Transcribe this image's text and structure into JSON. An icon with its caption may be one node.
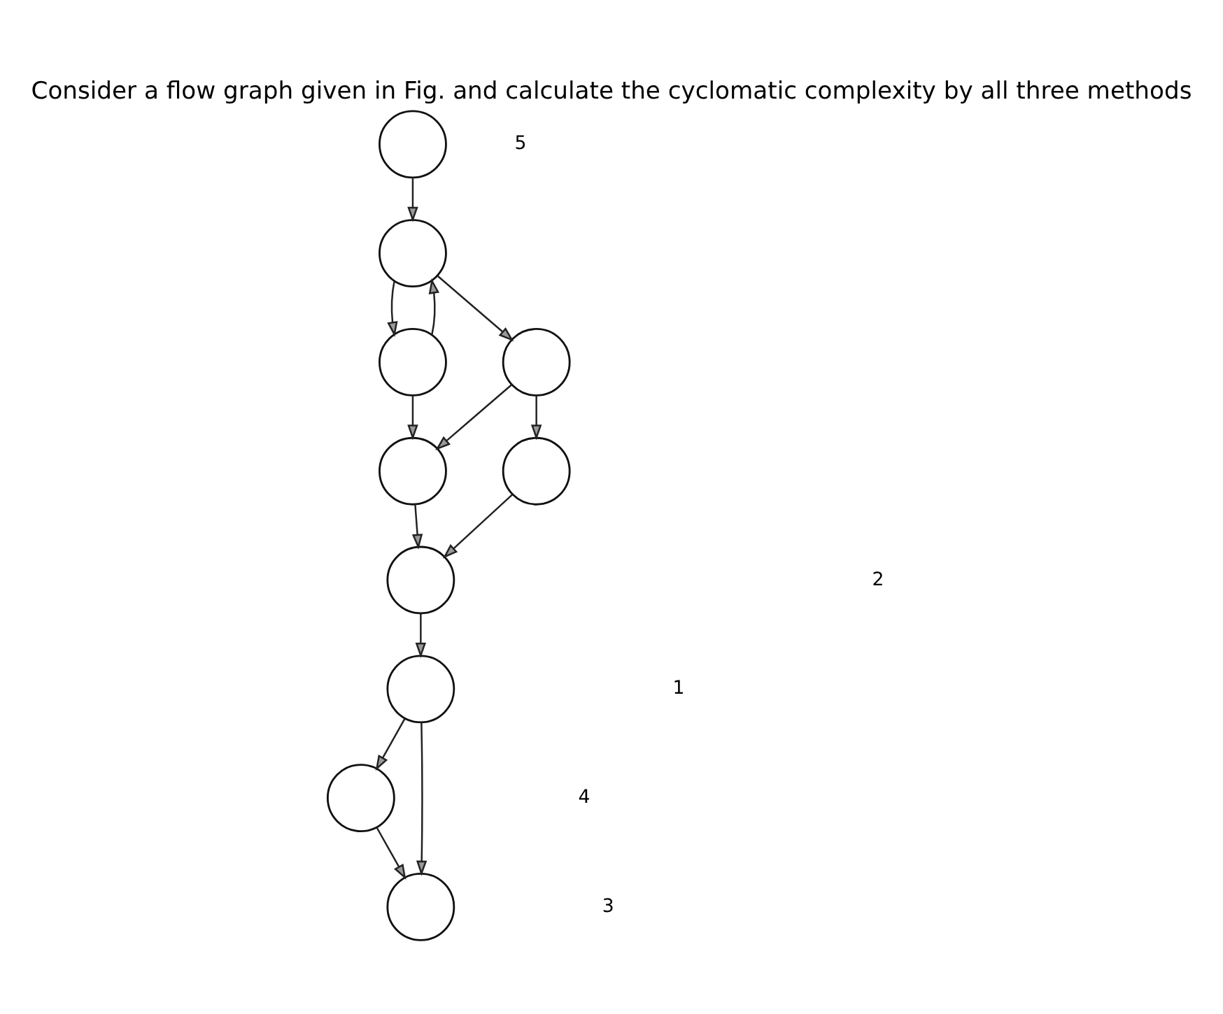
{
  "diagram": {
    "title": "Consider a flow graph given in Fig. and calculate the cyclomatic complexity by all three methods",
    "nodes": [
      {
        "text": [],
        "shape": "circle"
      },
      {
        "text": [],
        "shape": "circle"
      },
      {
        "text": [],
        "shape": "circle"
      },
      {
        "text": [],
        "shape": "circle"
      },
      {
        "text": [],
        "shape": "circle"
      },
      {
        "text": [],
        "shape": "circle"
      },
      {
        "text": [],
        "shape": "circle"
      },
      {
        "text": [],
        "shape": "circle"
      },
      {
        "text": [],
        "shape": "circle"
      },
      {
        "text": [],
        "shape": "circle"
      }
    ],
    "edges": [
      {
        "from": 0,
        "to": 1,
        "arrow": "to"
      },
      {
        "from": 1,
        "to": 2,
        "arrow": "to"
      },
      {
        "from": 2,
        "to": 1,
        "arrow": "to"
      },
      {
        "from": 1,
        "to": 3,
        "arrow": "to"
      },
      {
        "from": 2,
        "to": 4,
        "arrow": "to"
      },
      {
        "from": 3,
        "to": 4,
        "arrow": "to"
      },
      {
        "from": 3,
        "to": 5,
        "arrow": "to"
      },
      {
        "from": 4,
        "to": 6,
        "arrow": "to"
      },
      {
        "from": 5,
        "to": 6,
        "arrow": "to"
      },
      {
        "from": 6,
        "to": 7,
        "arrow": "to"
      },
      {
        "from": 7,
        "to": 8,
        "arrow": "to"
      },
      {
        "from": 7,
        "to": 9,
        "arrow": "to"
      },
      {
        "from": 8,
        "to": 9,
        "arrow": "to"
      }
    ],
    "labels": [
      "1",
      "2",
      "3",
      "4",
      "5"
    ]
  }
}
